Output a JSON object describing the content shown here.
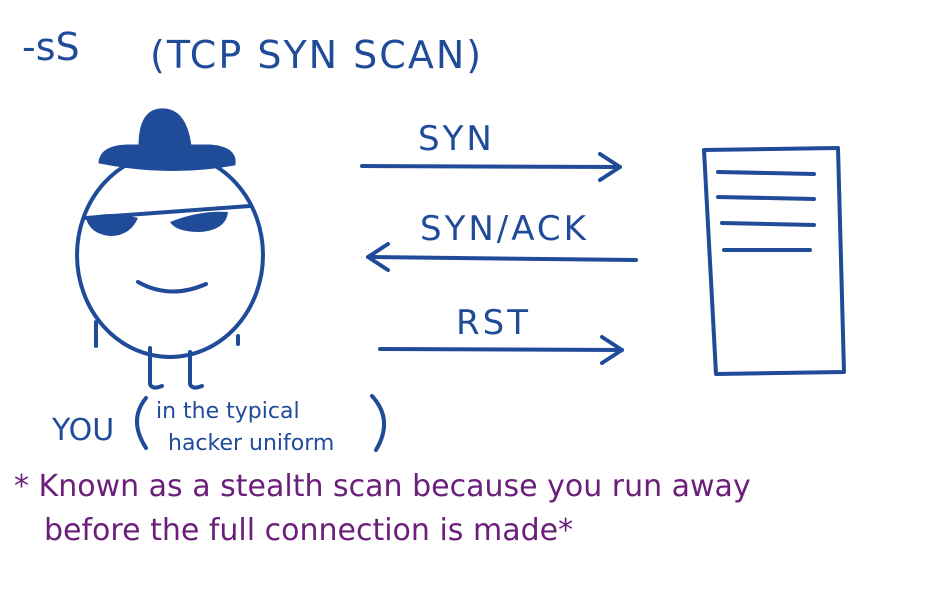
{
  "colors": {
    "ink_blue": "#1f4b99",
    "ink_purple": "#6b1f7a"
  },
  "title": "-sS (TCP SYN SCAN)",
  "title_parts": {
    "flag": "-sS",
    "name": "(TCP SYN SCAN)"
  },
  "arrows": [
    {
      "label": "SYN",
      "direction": "right"
    },
    {
      "label": "SYN/ACK",
      "direction": "left"
    },
    {
      "label": "RST",
      "direction": "right"
    }
  ],
  "person": {
    "label": "YOU",
    "note_line1": "in the typical",
    "note_line2": "hacker uniform"
  },
  "footnote": {
    "line1": "* Known as a stealth scan because you run away",
    "line2": "before the full connection is made*"
  },
  "icons": [
    "hacker-figure-icon",
    "server-document-icon"
  ]
}
